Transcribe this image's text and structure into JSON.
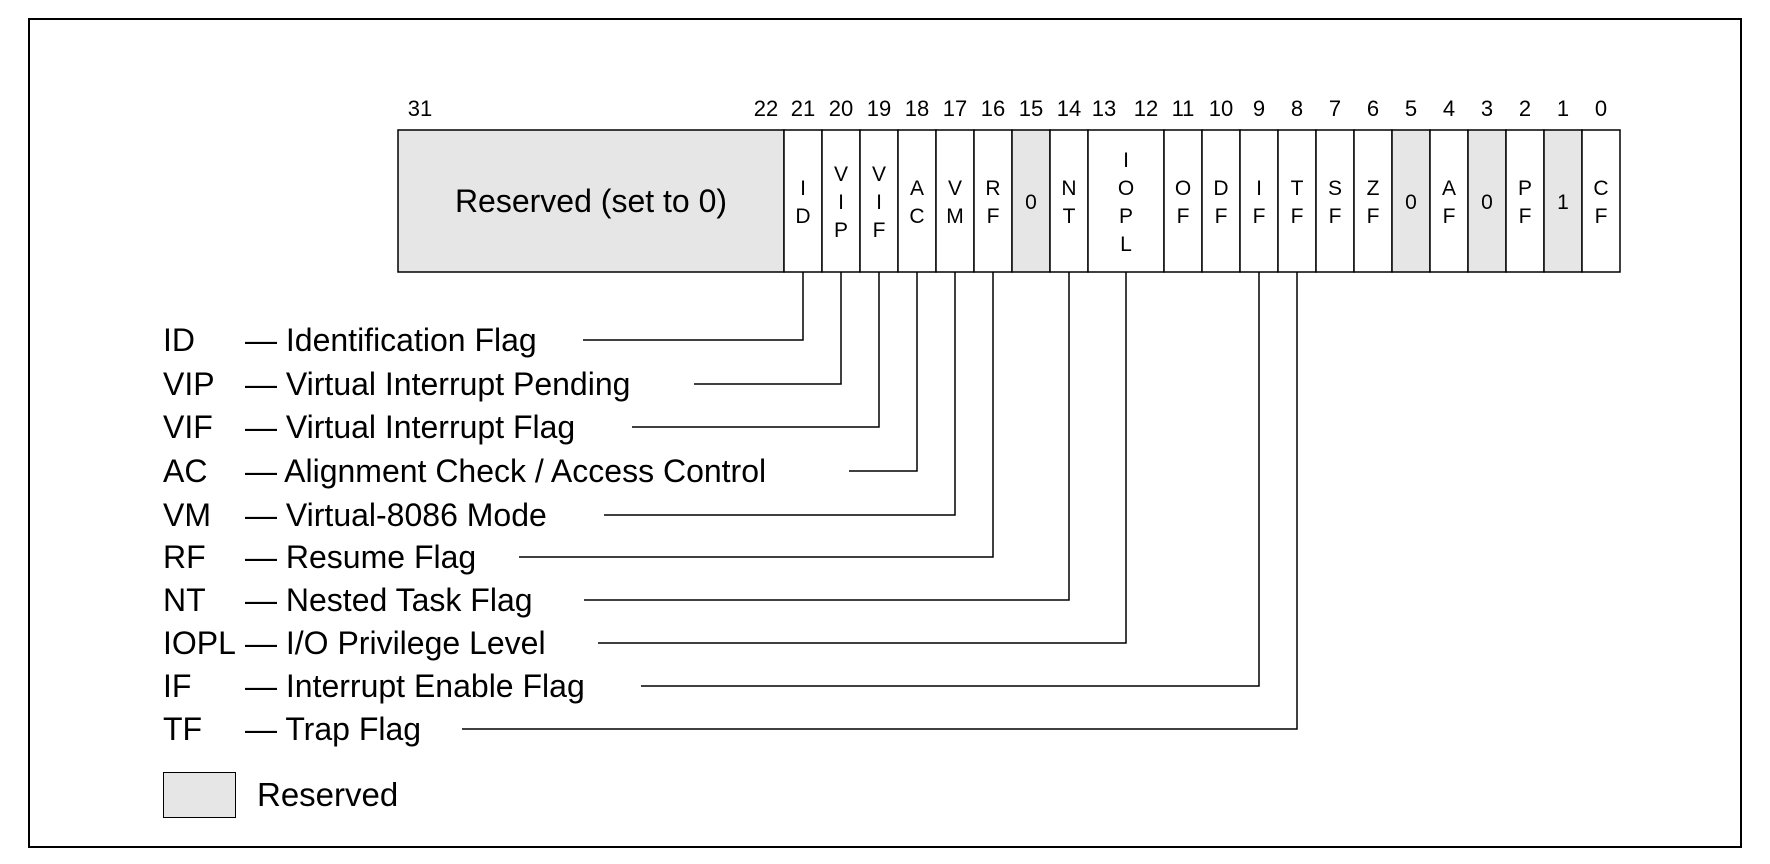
{
  "register": {
    "bit_numbers": [
      "31",
      "22",
      "21",
      "20",
      "19",
      "18",
      "17",
      "16",
      "15",
      "14",
      "13",
      "12",
      "11",
      "10",
      "9",
      "8",
      "7",
      "6",
      "5",
      "4",
      "3",
      "2",
      "1",
      "0"
    ],
    "fields": [
      {
        "id": "reserved-high",
        "text": "Reserved (set to 0)",
        "reserved": true
      },
      {
        "id": "id",
        "letters": [
          "I",
          "D"
        ],
        "reserved": false
      },
      {
        "id": "vip",
        "letters": [
          "V",
          "I",
          "P"
        ],
        "reserved": false
      },
      {
        "id": "vif",
        "letters": [
          "V",
          "I",
          "F"
        ],
        "reserved": false
      },
      {
        "id": "ac",
        "letters": [
          "A",
          "C"
        ],
        "reserved": false
      },
      {
        "id": "vm",
        "letters": [
          "V",
          "M"
        ],
        "reserved": false
      },
      {
        "id": "rf",
        "letters": [
          "R",
          "F"
        ],
        "reserved": false
      },
      {
        "id": "bit15",
        "letters": [
          "0"
        ],
        "reserved": true
      },
      {
        "id": "nt",
        "letters": [
          "N",
          "T"
        ],
        "reserved": false
      },
      {
        "id": "iopl",
        "letters": [
          "I",
          "O",
          "P",
          "L"
        ],
        "reserved": false
      },
      {
        "id": "of",
        "letters": [
          "O",
          "F"
        ],
        "reserved": false
      },
      {
        "id": "df",
        "letters": [
          "D",
          "F"
        ],
        "reserved": false
      },
      {
        "id": "if",
        "letters": [
          "I",
          "F"
        ],
        "reserved": false
      },
      {
        "id": "tf",
        "letters": [
          "T",
          "F"
        ],
        "reserved": false
      },
      {
        "id": "sf",
        "letters": [
          "S",
          "F"
        ],
        "reserved": false
      },
      {
        "id": "zf",
        "letters": [
          "Z",
          "F"
        ],
        "reserved": false
      },
      {
        "id": "bit5",
        "letters": [
          "0"
        ],
        "reserved": true
      },
      {
        "id": "af",
        "letters": [
          "A",
          "F"
        ],
        "reserved": false
      },
      {
        "id": "bit3",
        "letters": [
          "0"
        ],
        "reserved": true
      },
      {
        "id": "pf",
        "letters": [
          "P",
          "F"
        ],
        "reserved": false
      },
      {
        "id": "bit1",
        "letters": [
          "1"
        ],
        "reserved": true
      },
      {
        "id": "cf",
        "letters": [
          "C",
          "F"
        ],
        "reserved": false
      }
    ]
  },
  "flag_descriptions": [
    {
      "abbr": "ID",
      "desc": "— Identification Flag",
      "field": "id"
    },
    {
      "abbr": "VIP",
      "desc": "— Virtual Interrupt Pending",
      "field": "vip"
    },
    {
      "abbr": "VIF",
      "desc": "— Virtual Interrupt Flag",
      "field": "vif"
    },
    {
      "abbr": "AC",
      "desc": "— Alignment Check / Access Control",
      "field": "ac"
    },
    {
      "abbr": "VM",
      "desc": "— Virtual-8086 Mode",
      "field": "vm"
    },
    {
      "abbr": "RF",
      "desc": "— Resume Flag",
      "field": "rf"
    },
    {
      "abbr": "NT",
      "desc": "— Nested Task Flag",
      "field": "nt"
    },
    {
      "abbr": "IOPL",
      "desc": "— I/O Privilege Level",
      "field": "iopl"
    },
    {
      "abbr": "IF",
      "desc": "— Interrupt Enable Flag",
      "field": "if"
    },
    {
      "abbr": "TF",
      "desc": "— Trap Flag",
      "field": "tf"
    }
  ],
  "legend": {
    "label": "Reserved"
  },
  "colors": {
    "reserved_fill": "#e6e6e6",
    "line": "#000000",
    "background": "#ffffff"
  }
}
